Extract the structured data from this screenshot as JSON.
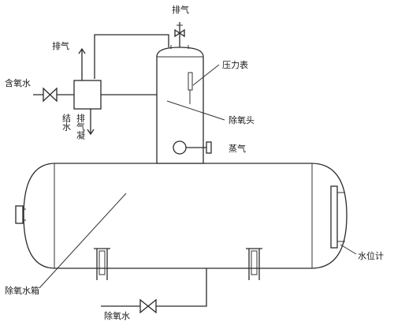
{
  "labels": {
    "vent_top": "排气",
    "vent_left": "排气",
    "oxygen_water_in": "含氧水",
    "vent_condensate_a": "排气凝",
    "vent_condensate_b": "结水",
    "pressure_gauge": "压力表",
    "deaerator_head": "除氧头",
    "steam": "蒸气",
    "deaerator_tank": "除氧水箱",
    "level_gauge": "水位计",
    "deaerated_water": "除氧水"
  },
  "colors": {
    "line": "#2a2a2a",
    "background": "#ffffff"
  }
}
